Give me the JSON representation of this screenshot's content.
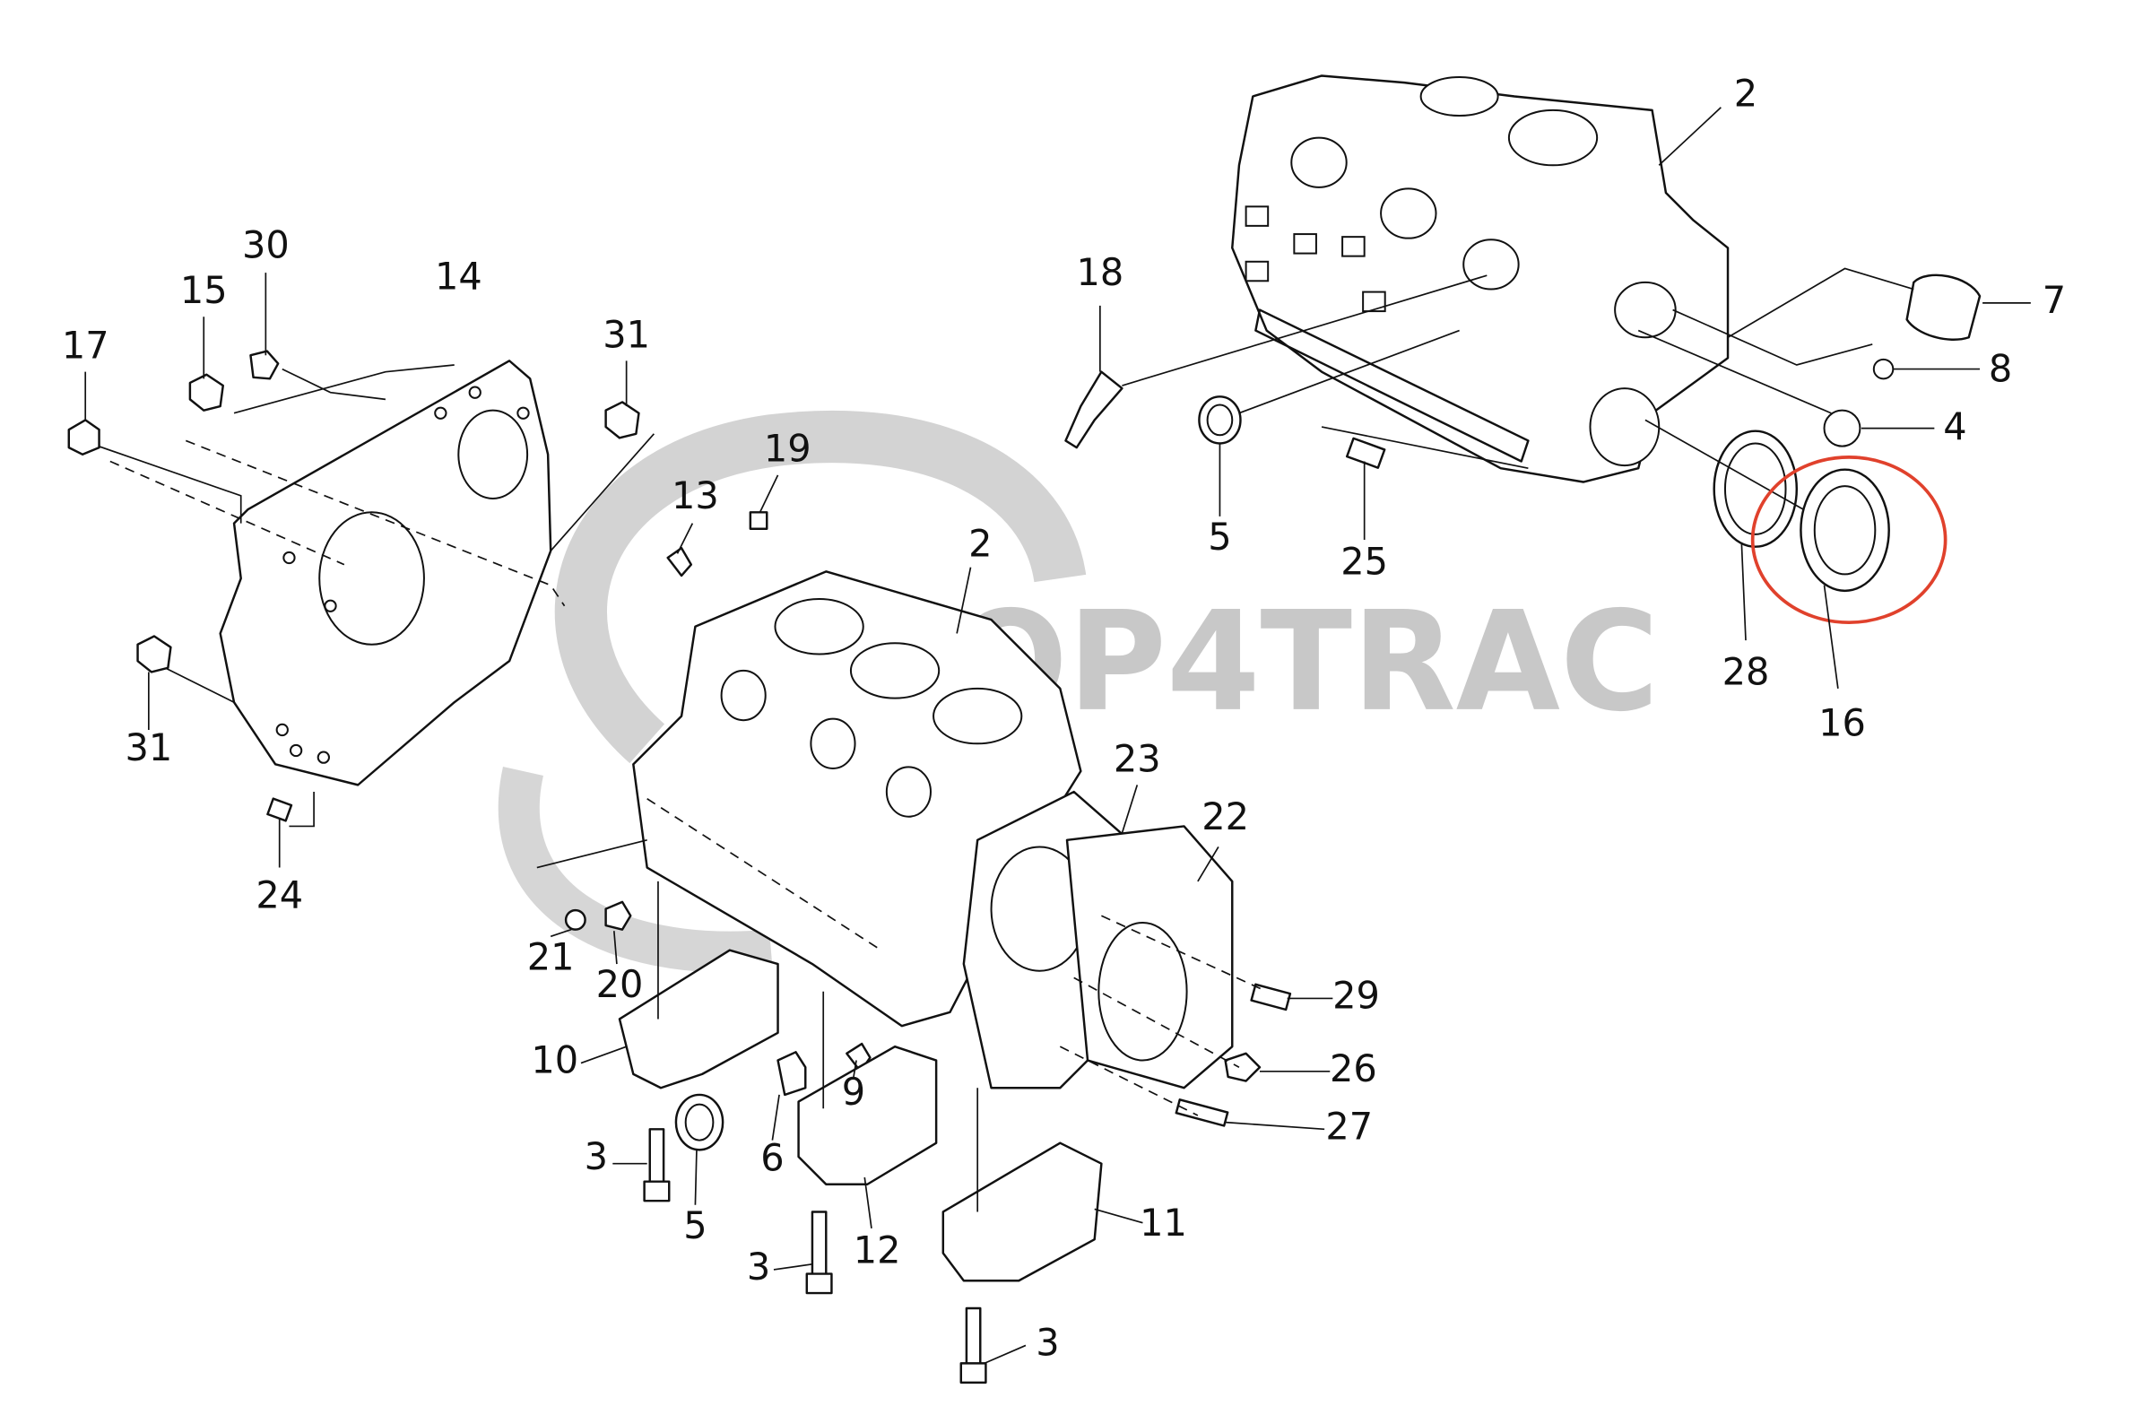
{
  "diagram": {
    "type": "exploded parts diagram",
    "watermark": "SHOP4TRAC",
    "highlight_color": "#e0412c",
    "highlighted_part": "16",
    "callouts": [
      "2",
      "7",
      "8",
      "4",
      "28",
      "16",
      "5",
      "25",
      "18",
      "30",
      "14",
      "15",
      "17",
      "31",
      "31",
      "24",
      "13",
      "19",
      "2",
      "23",
      "22",
      "21",
      "20",
      "29",
      "26",
      "27",
      "10",
      "9",
      "6",
      "3",
      "5",
      "12",
      "11",
      "3",
      "3"
    ]
  }
}
